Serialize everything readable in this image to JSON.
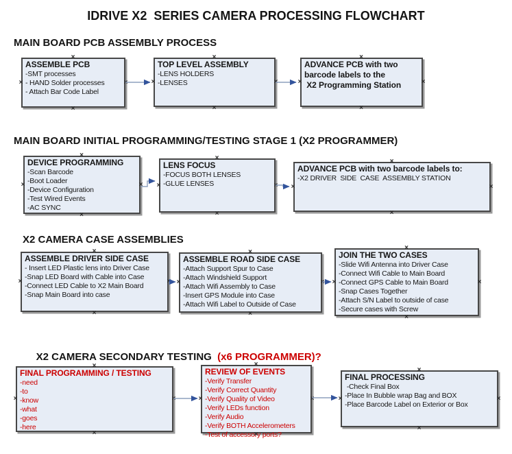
{
  "title": "IDRIVE X2  SERIES CAMERA PROCESSING FLOWCHART",
  "colors": {
    "box_fill": "#e7edf6",
    "box_border": "#474747",
    "box_shadow": "#9a9a9a",
    "arrow_line": "#8ea0bd",
    "arrow_head": "#33549c",
    "red": "#cc0000",
    "text": "#171717"
  },
  "icons": {
    "connector_handle": "×"
  },
  "sections": [
    {
      "header": "MAIN BOARD PCB ASSEMBLY PROCESS",
      "boxes": [
        {
          "title": "ASSEMBLE PCB",
          "items": [
            "-SMT processes",
            "- HAND Solder processes",
            "- Attach Bar Code Label"
          ]
        },
        {
          "title": "TOP LEVEL ASSEMBLY",
          "items": [
            "-LENS HOLDERS",
            "-LENSES"
          ]
        },
        {
          "title": "ADVANCE PCB with two barcode labels to the\n X2 Programming Station",
          "items": []
        }
      ]
    },
    {
      "header": "MAIN BOARD INITIAL PROGRAMMING/TESTING STAGE 1 (X2 PROGRAMMER)",
      "boxes": [
        {
          "title": "DEVICE PROGRAMMING",
          "items": [
            "-Scan Barcode",
            "-Boot Loader",
            "-Device Configuration",
            "-Test Wired Events",
            "-AC SYNC"
          ]
        },
        {
          "title": "LENS FOCUS",
          "items": [
            "-FOCUS BOTH LENSES",
            "-GLUE LENSES"
          ]
        },
        {
          "title": "ADVANCE PCB with two barcode labels to:",
          "items": [
            "-X2 DRIVER  SIDE  CASE  ASSEMBLY STATION"
          ]
        }
      ]
    },
    {
      "header": "X2 CAMERA CASE ASSEMBLIES",
      "boxes": [
        {
          "title": "ASSEMBLE DRIVER SIDE CASE",
          "items": [
            "- Insert LED Plastic lens into Driver Case",
            "-Snap LED Board with Cable into Case",
            "-Connect LED Cable to X2 Main Board",
            "-Snap Main Board into case"
          ]
        },
        {
          "title": "ASSEMBLE ROAD SIDE CASE",
          "items": [
            "-Attach Support Spur to Case",
            "-Attach Windshield Support",
            "-Attach Wifi Assembly to Case",
            "-Insert GPS Module into Case",
            "-Attach Wifi Label to Outside of Case"
          ]
        },
        {
          "title": "JOIN THE TWO CASES",
          "items": [
            "-Slide Wifi Antenna into Driver Case",
            "-Connect Wifi Cable to Main Board",
            "-Connect GPS Cable to Main Board",
            "-Snap Cases Together",
            "-Attach S/N Label to outside of case",
            "-Secure cases with Screw"
          ]
        }
      ]
    },
    {
      "header": "X2 CAMERA SECONDARY TESTING ",
      "header_red": " (x6 PROGRAMMER)?",
      "boxes": [
        {
          "title": "FINAL PROGRAMMING / TESTING",
          "red": true,
          "items": [
            "-need",
            "-to",
            "-know",
            "-what",
            "-goes",
            "-here"
          ]
        },
        {
          "title": "REVIEW OF EVENTS",
          "red": true,
          "items": [
            "-Verify Transfer",
            "-Verify Correct Quantity",
            "-Verify Quality of Video",
            "-Verify LEDs function",
            "-Verify Audio",
            "-Verify BOTH Accelerometers",
            "-Test of accessory ports?"
          ]
        },
        {
          "title": "FINAL PROCESSING",
          "items": [
            " -Check Final Box",
            "-Place In Bubble wrap Bag and BOX",
            "-Place Barcode Label on Exterior or Box"
          ]
        }
      ]
    }
  ]
}
